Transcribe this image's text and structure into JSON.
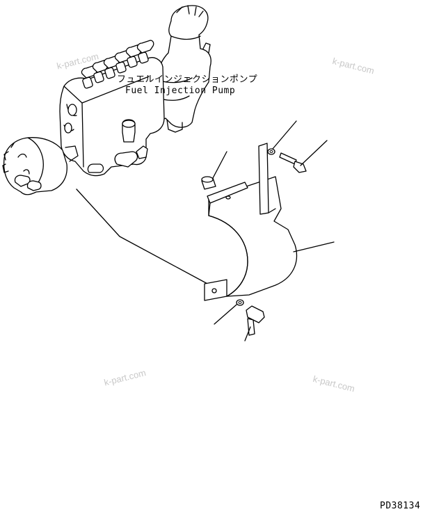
{
  "labels": {
    "pump_jp": "フュエルインジェクションポンプ",
    "pump_en": "Fuel Injection Pump",
    "drawing_no": "PD38134"
  },
  "watermark": "k-part.com",
  "colors": {
    "line": "#000000",
    "watermark": "#c8c8c8",
    "background": "#ffffff"
  }
}
